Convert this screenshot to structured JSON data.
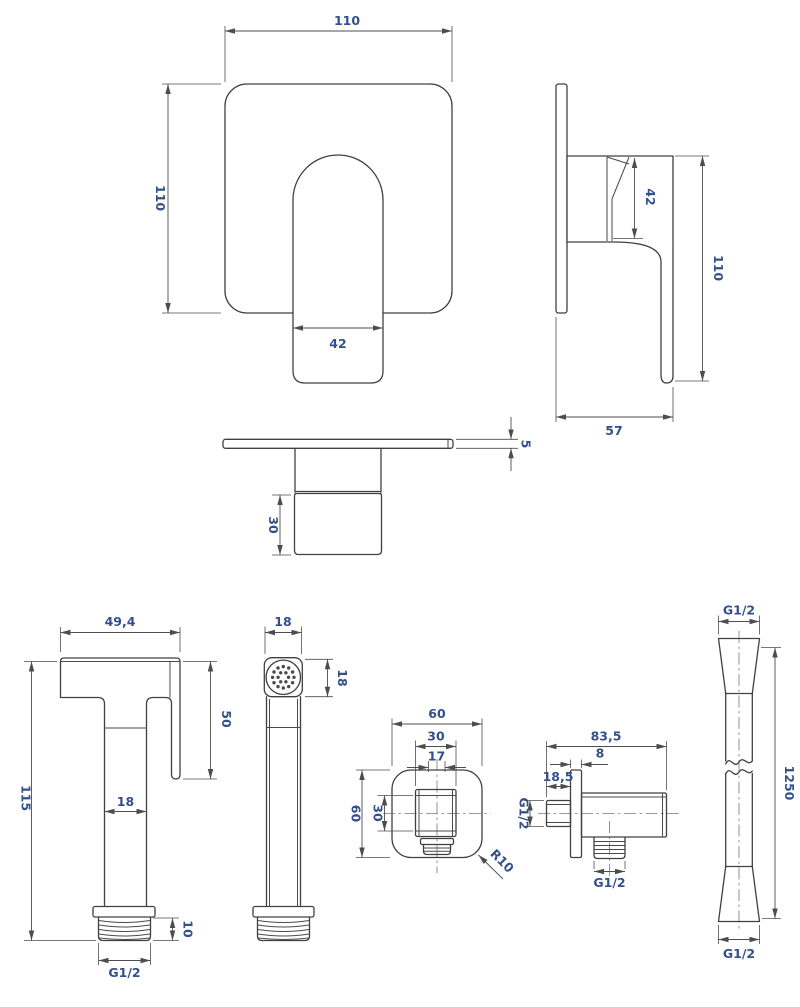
{
  "document": {
    "type": "technical-dimension-drawing",
    "subject": "concealed shower mixer with bidet hand sprayer, wall elbow and hose",
    "units": "mm",
    "line_color": "#404040",
    "dim_text_color": "#34508a",
    "background": "#ffffff"
  },
  "views": {
    "mixer_front": {
      "width": "110",
      "height": "110",
      "handle_width": "42"
    },
    "mixer_side": {
      "handle_offset": "42",
      "height": "110",
      "depth": "57"
    },
    "mixer_top": {
      "plate_thickness": "5",
      "handle_depth": "30"
    },
    "handspray_side": {
      "head_length": "49,4",
      "head_height": "50",
      "total_height": "115",
      "tube_diameter": "18",
      "thread_length": "10",
      "thread_size": "G1/2"
    },
    "handspray_front": {
      "head_width": "18",
      "head_height": "18"
    },
    "elbow_front": {
      "width": "60",
      "boss_width": "30",
      "nose_width": "17",
      "boss_height": "30",
      "height": "60",
      "corner_radius": "R10"
    },
    "elbow_side": {
      "total_length": "83,5",
      "flange_thickness": "8",
      "inlet_length": "18,5",
      "inlet_thread": "G1/2",
      "outlet_thread": "G1/2"
    },
    "hose": {
      "top_thread": "G1/2",
      "length": "1250",
      "bottom_thread": "G1/2"
    }
  }
}
